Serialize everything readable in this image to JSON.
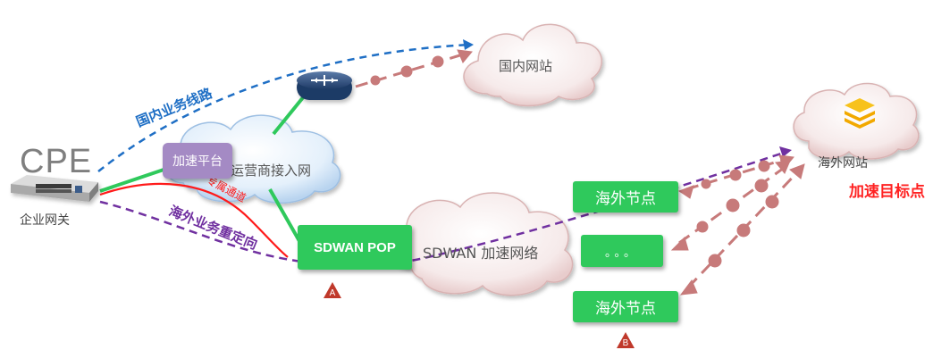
{
  "cpe": {
    "title": "CPE",
    "gateway_label": "企业网关"
  },
  "clouds": {
    "domestic_site": "国内网站",
    "carrier_access": "运营商接入网",
    "sdwan_network": "SDWAN 加速网络"
  },
  "platform": {
    "label": "加速平台"
  },
  "pop": {
    "label": "SDWAN POP",
    "marker": "A"
  },
  "overseas_site": {
    "label": "海外网站",
    "target_label": "加速目标点"
  },
  "nodes": {
    "top": "海外节点",
    "middle": "。。。",
    "bottom": "海外节点",
    "marker": "B"
  },
  "line_labels": {
    "domestic_line": "国内业务线路",
    "tunnel": "专属通道",
    "redirect": "海外业务重定向"
  },
  "colors": {
    "blue_line": "#1f6fc5",
    "green_line": "#2fc95c",
    "red_line": "#ff1a1a",
    "purple_line": "#7030a0",
    "dotted_link": "#c77a7a",
    "marker": "#c0392b"
  }
}
